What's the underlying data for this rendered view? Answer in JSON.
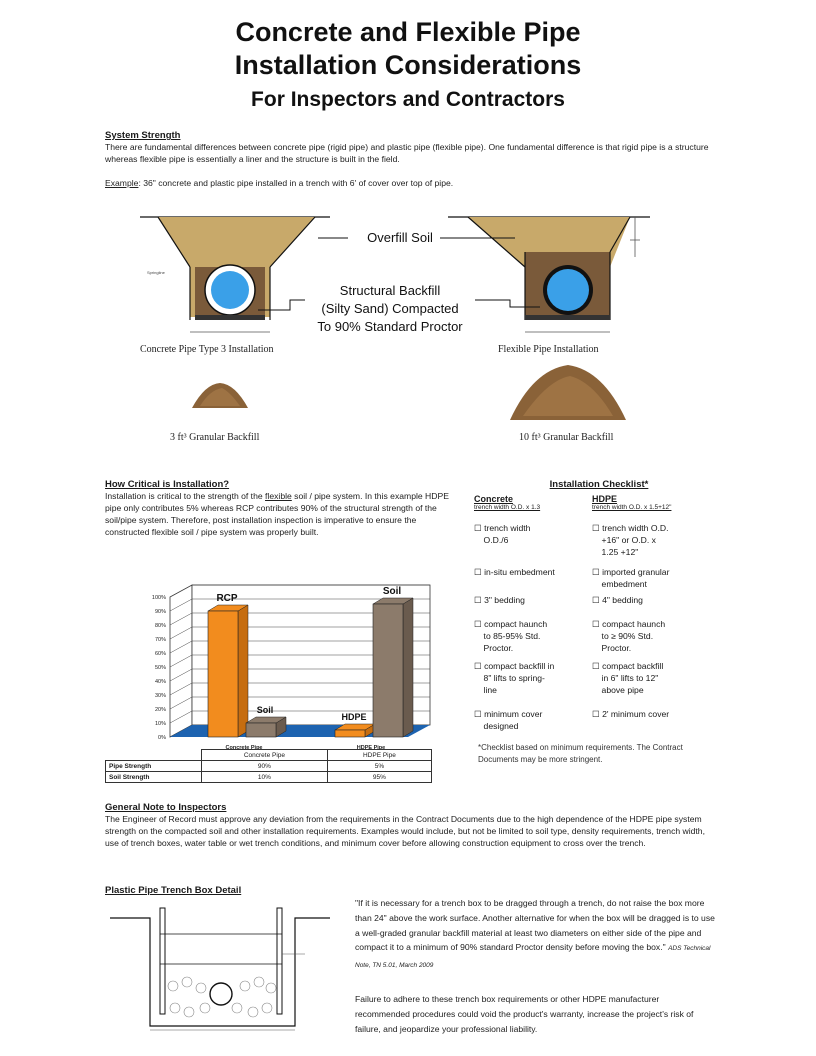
{
  "header": {
    "title_line1": "Concrete and Flexible Pipe",
    "title_line2": "Installation Considerations",
    "subtitle": "For Inspectors and Contractors"
  },
  "system_strength": {
    "heading": "System Strength",
    "text": "There are fundamental differences between concrete pipe (rigid pipe) and plastic pipe (flexible pipe). One fundamental difference is that rigid pipe is a structure whereas flexible pipe is essentially a liner and the structure is built in the field.",
    "example_label": "Example",
    "example_text": ": 36\" concrete and plastic pipe installed in a trench with 6' of cover over top of pipe."
  },
  "diagram": {
    "overfill_label": "Overfill Soil",
    "backfill_label_l1": "Structural Backfill",
    "backfill_label_l2": "(Silty Sand) Compacted",
    "backfill_label_l3": "To 90% Standard Proctor",
    "springline_label": "Springline",
    "concrete_caption": "Concrete Pipe Type 3 Installation",
    "flexible_caption": "Flexible Pipe Installation",
    "concrete_granular": "3 ft³ Granular Backfill",
    "flexible_granular": "10 ft³ Granular Backfill"
  },
  "how_critical": {
    "heading": "How Critical is Installation?",
    "text_pre": "Installation is critical to the strength of the ",
    "text_link": "flexible",
    "text_post": " soil / pipe system. In this example HDPE pipe only contributes 5% whereas RCP contributes 90% of the structural strength of the soil/pipe system. Therefore, post installation inspection is imperative to ensure the constructed flexible soil / pipe system was properly built."
  },
  "checklist": {
    "heading": "Installation Checklist*",
    "concrete_head": "Concrete",
    "concrete_sub": "trench width O.D. x 1.3",
    "hdpe_head": "HDPE",
    "hdpe_sub": "trench width O.D. x 1.5+12\"",
    "concrete_items": [
      "☐ trench width\n    O.D./6",
      "☐ in-situ embedment",
      "☐ 3\" bedding",
      "☐ compact haunch\n    to 85-95% Std.\n    Proctor.",
      "☐ compact backfill in\n    8\" lifts to spring-\n    line",
      "☐ minimum cover\n    designed"
    ],
    "hdpe_items": [
      "☐ trench width O.D.\n    +16\" or O.D. x\n    1.25 +12\"",
      "☐ imported granular\n    embedment",
      "☐ 4\" bedding",
      "☐ compact haunch\n    to ≥ 90% Std.\n    Proctor.",
      "☐ compact backfill\n    in 6\" lifts to 12\"\n    above pipe",
      "☐ 2' minimum cover"
    ],
    "footnote": "*Checklist based on minimum requirements. The Contract Documents may be more stringent."
  },
  "chart_data": {
    "type": "bar",
    "categories": [
      "Concrete Pipe",
      "HDPE Pipe"
    ],
    "series": [
      {
        "name": "Pipe Strength",
        "values": [
          90,
          5
        ],
        "color": "#f28c1e"
      },
      {
        "name": "Soil Strength",
        "values": [
          10,
          95
        ],
        "color": "#8c7b6b"
      }
    ],
    "bar_labels": {
      "rcp": "RCP",
      "soil_right": "Soil",
      "soil_left": "Soil",
      "hdpe": "HDPE"
    },
    "ylim": [
      0,
      100
    ],
    "yticks": [
      "0%",
      "10%",
      "20%",
      "30%",
      "40%",
      "50%",
      "60%",
      "70%",
      "80%",
      "90%",
      "100%"
    ],
    "table": {
      "header": [
        "",
        "Concrete Pipe",
        "HDPE Pipe"
      ],
      "rows": [
        [
          "Pipe Strength",
          "90%",
          "5%"
        ],
        [
          "Soil Strength",
          "10%",
          "95%"
        ]
      ]
    },
    "floor_color": "#1d63b0"
  },
  "general_note": {
    "heading": "General Note to Inspectors",
    "text": "The Engineer of Record must approve any deviation from the requirements in the Contract Documents due to the high dependence of the HDPE pipe system strength on the compacted soil and other installation requirements. Examples would include, but not be limited to soil type, density requirements, trench width, use of trench boxes, water table or wet trench conditions, and minimum cover before allowing construction equipment to cross over the trench."
  },
  "trench_box": {
    "heading": "Plastic Pipe Trench Box Detail",
    "quote": "\"If it is necessary for a trench box to be dragged through a trench, do not raise the box more than 24\" above the work surface. Another alternative for when the box will be dragged is to use a well-graded granular backfill material at least two diameters on either side of the pipe and compact it to a minimum of 90% standard Proctor density before moving the box.\"",
    "citation": "ADS Technical Note, TN 5.01, March 2009",
    "warning": "Failure to adhere to these trench box requirements or other HDPE manufacturer recommended procedures could void the product's warranty, increase the project's risk of failure, and jeopardize your professional liability."
  },
  "colors": {
    "soil_tan": "#c8a96a",
    "soil_brown": "#7a5a3a",
    "pipe_blue": "#3aa0e8",
    "orange": "#f28c1e",
    "gray_bar": "#8c7b6b",
    "floor_blue": "#1d63b0"
  }
}
